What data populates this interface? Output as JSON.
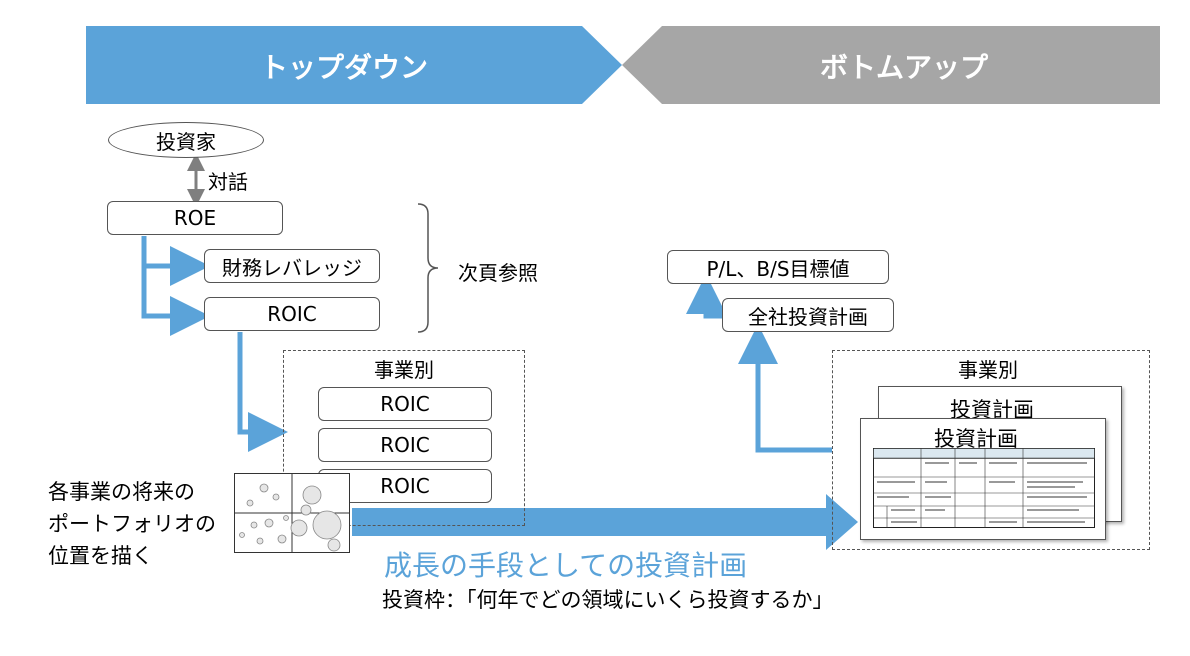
{
  "banner": {
    "top_down": "トップダウン",
    "bottom_up": "ボトムアップ",
    "top_down_color": "#5BA3D9",
    "bottom_up_color": "#A6A6A6"
  },
  "left": {
    "investor": "投資家",
    "dialogue": "対話",
    "roe": "ROE",
    "leverage": "財務レバレッジ",
    "roic": "ROIC",
    "see_next": "次頁参照",
    "by_business_title": "事業別",
    "business_roic": [
      "ROIC",
      "ROIC",
      "ROIC"
    ],
    "portfolio_note": [
      "各事業の将来の",
      "ポートフォリオの",
      "位置を描く"
    ]
  },
  "right": {
    "pl_bs_target": "P/L、B/S目標値",
    "company_plan": "全社投資計画",
    "by_business_title": "事業別",
    "plan_back": "投資計画",
    "plan_front": "投資計画"
  },
  "bottom": {
    "caption": "成長の手段としての投資計画",
    "caption_color": "#5BA3D9",
    "subcaption": "投資枠：「何年でどの領域にいくら投資するか」"
  },
  "colors": {
    "arrow": "#5BA3D9",
    "grey_arrow": "#7F7F7F"
  }
}
